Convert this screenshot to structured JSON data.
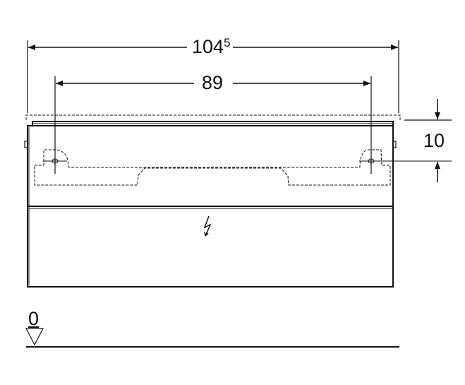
{
  "dimensions": {
    "overall_width": {
      "main": "104",
      "superscript": "5"
    },
    "hole_spacing": "89",
    "hole_height_from_top": "10",
    "floor_level": "0"
  },
  "icons": [
    "electrical-symbol-icon",
    "level-triangle-icon"
  ],
  "colors": {
    "line": "#111111",
    "background": "#ffffff"
  }
}
